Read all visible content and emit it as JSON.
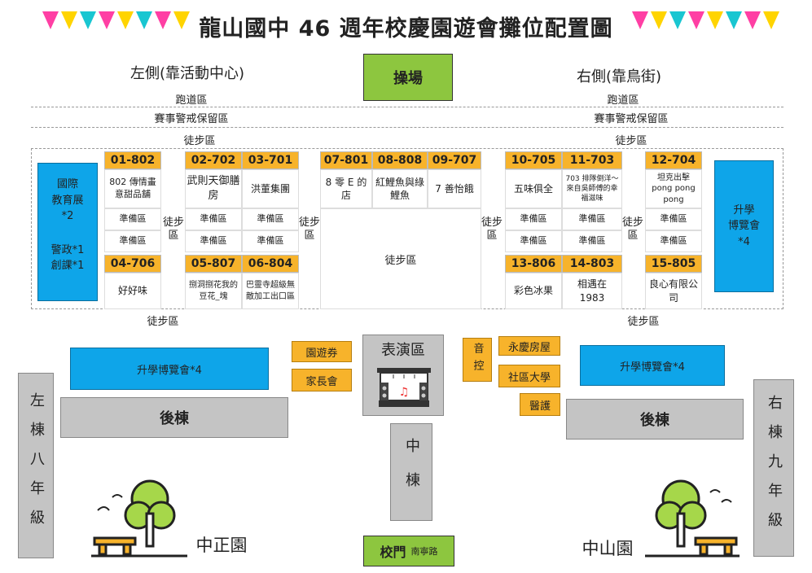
{
  "title": "龍山國中 46 週年校慶園遊會攤位配置圖",
  "colors": {
    "orange": "#f7b32b",
    "blue": "#0ea5e9",
    "green": "#8dc63f",
    "gray": "#c4c4c4",
    "flag": [
      "#ff3fa4",
      "#ffd400",
      "#19c6d1",
      "#ff3fa4",
      "#ffd400",
      "#19c6d1",
      "#ff3fa4",
      "#ffd400"
    ]
  },
  "left_side": "左側(靠活動中心)",
  "right_side": "右側(靠鳥街)",
  "playground": "操場",
  "rows": {
    "track": "跑道區",
    "reserve": "賽事警戒保留區",
    "walk": "徒步區"
  },
  "prep": "準備區",
  "walk_vertical": "徒步區",
  "left_blue": {
    "line1": "國際",
    "line2": "教育展",
    "line3": "*2",
    "line4": "警政*1",
    "line5": "創課*1"
  },
  "right_blue": {
    "line1": "升學",
    "line2": "博覽會",
    "line3": "*4"
  },
  "booths_top": [
    {
      "code": "01-802",
      "name": "802 傳情畫意甜品舖"
    },
    {
      "code": "02-702",
      "name": "武則天御膳房"
    },
    {
      "code": "03-701",
      "name": "洪董集團"
    },
    {
      "code": "07-801",
      "name": "8 零 E 的店"
    },
    {
      "code": "08-808",
      "name": "紅鯉魚與綠鯉魚"
    },
    {
      "code": "09-707",
      "name": "7 善怡餓"
    },
    {
      "code": "10-705",
      "name": "五味俱全"
    },
    {
      "code": "11-703",
      "name": "703 排隊倒洋～來自吳師傅的幸福滋味"
    },
    {
      "code": "12-704",
      "name": "坦克出擊 pong pong pong"
    }
  ],
  "booths_bottom": [
    {
      "code": "04-706",
      "name": "好好味"
    },
    {
      "code": "05-807",
      "name": "捌洞捌花我的豆花_塊"
    },
    {
      "code": "06-804",
      "name": "巴靈寺超級無敵加工出口區"
    },
    {
      "code": "13-806",
      "name": "彩色冰果"
    },
    {
      "code": "14-803",
      "name": "相遇在 1983"
    },
    {
      "code": "15-805",
      "name": "良心有限公司"
    }
  ],
  "expo_left": "升學博覽會*4",
  "expo_right": "升學博覽會*4",
  "back_building": "後棟",
  "performance": "表演區",
  "ticket": "園遊券",
  "parents": "家長會",
  "sound": "音控",
  "realty": "永慶房屋",
  "community": "社區大學",
  "medical": "醫護",
  "left_building": "左棟八年級",
  "right_building": "右棟九年級",
  "middle_building": "中棟",
  "gate": "校門",
  "road": "南寧路",
  "garden_left": "中正園",
  "garden_right": "中山園"
}
